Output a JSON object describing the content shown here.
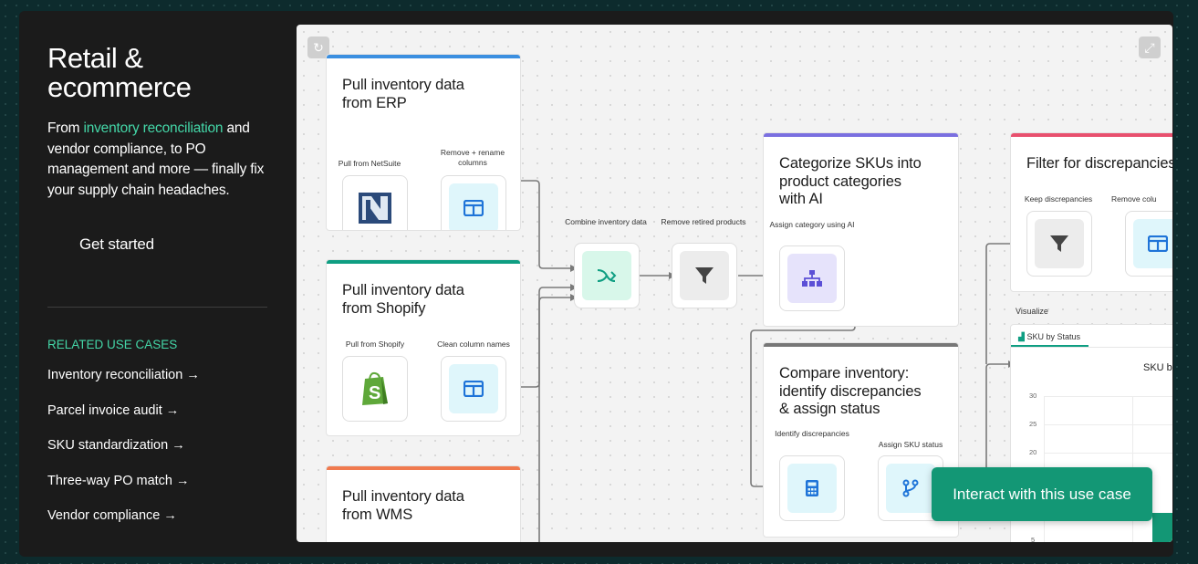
{
  "sidebar": {
    "title_line1": "Retail &",
    "title_line2": "ecommerce",
    "desc_prefix": "From ",
    "desc_highlight": "inventory reconciliation",
    "desc_suffix": " and vendor compliance, to PO management and more — finally fix your supply chain headaches.",
    "get_started": "Get started",
    "related_heading": "RELATED USE CASES",
    "related": [
      "Inventory reconciliation →",
      "Parcel invoice audit →",
      "SKU standardization →",
      "Three-way PO match →",
      "Vendor compliance →"
    ]
  },
  "colors": {
    "accent": "#44d7a8",
    "cta": "#139775",
    "blue": "#3b8fe0",
    "teal": "#0f9e82",
    "orange": "#f07a4f",
    "purple": "#7a6fe0",
    "pink": "#e8506e",
    "gray": "#777777"
  },
  "cards": {
    "erp": {
      "title_l1": "Pull inventory data",
      "title_l2": "from ERP",
      "step1": "Pull from NetSuite",
      "step2": "Remove + rename columns"
    },
    "shopify": {
      "title_l1": "Pull inventory data",
      "title_l2": "from Shopify",
      "step1": "Pull from Shopify",
      "step2": "Clean column names"
    },
    "wms": {
      "title_l1": "Pull inventory data",
      "title_l2": "from WMS"
    },
    "categorize": {
      "title_l1": "Categorize SKUs into",
      "title_l2": "product categories",
      "title_l3": "with AI",
      "step1": "Assign category using AI"
    },
    "compare": {
      "title_l1": "Compare inventory:",
      "title_l2": "identify discrepancies",
      "title_l3": "& assign status",
      "step1": "Identify discrepancies",
      "step2": "Assign SKU status"
    },
    "filter": {
      "title": "Filter for discrepancies",
      "step1": "Keep discrepancies",
      "step2": "Remove colu"
    }
  },
  "middle": {
    "combine": "Combine inventory data",
    "remove_retired": "Remove retired products"
  },
  "visualize": {
    "label": "Visualize",
    "tab": "SKU by Status",
    "chart_title": "SKU b",
    "yticks": [
      "30",
      "25",
      "20",
      "5"
    ]
  },
  "cta": "Interact with this use case",
  "icons": {
    "refresh": "refresh-icon",
    "expand": "expand-icon"
  }
}
